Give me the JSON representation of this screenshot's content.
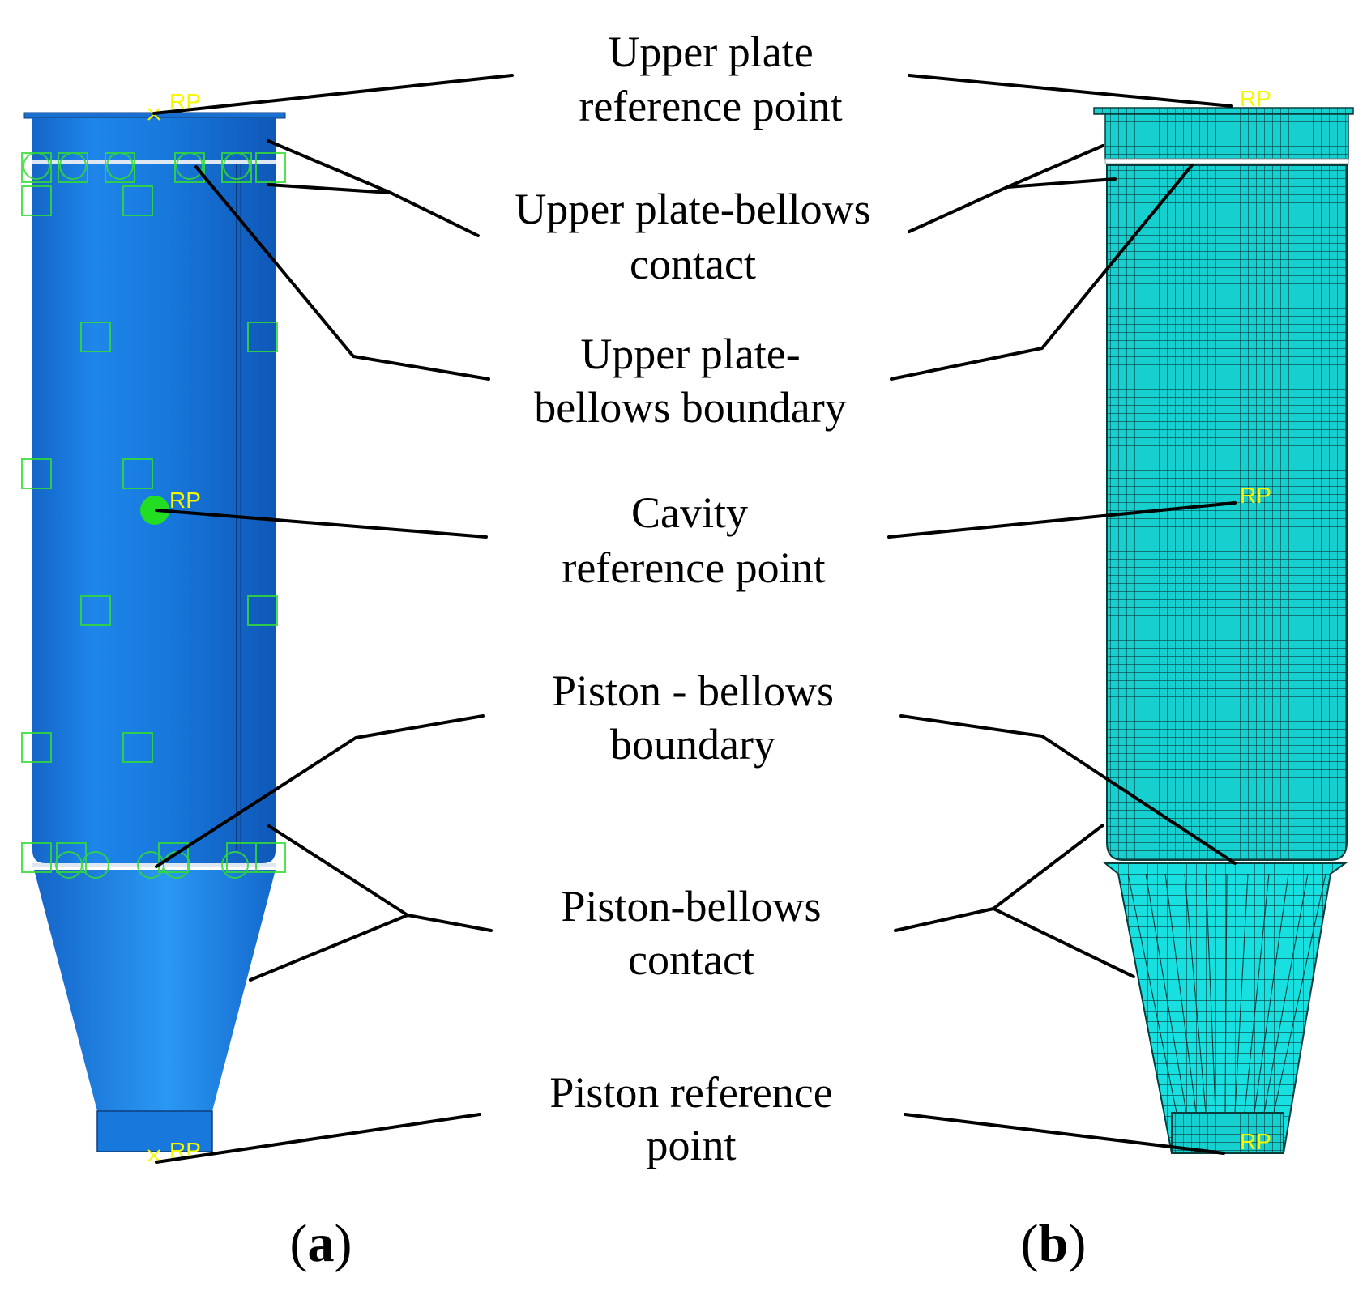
{
  "labels": {
    "upper_plate_rp": [
      "Upper plate",
      "reference point"
    ],
    "upper_contact": [
      "Upper plate-bellows",
      "contact"
    ],
    "upper_boundary": [
      "Upper plate-",
      "bellows boundary"
    ],
    "cavity_rp": [
      "Cavity",
      "reference point"
    ],
    "piston_boundary": [
      "Piston - bellows",
      "boundary"
    ],
    "piston_contact": [
      "Piston-bellows",
      "contact"
    ],
    "piston_rp": [
      "Piston reference",
      "point"
    ]
  },
  "markers": {
    "rp_text": "RP"
  },
  "panels": {
    "a": {
      "open": "(",
      "letter": "a",
      "close": ")"
    },
    "b": {
      "open": "(",
      "letter": "b",
      "close": ")"
    }
  },
  "colors": {
    "model_blue": "#1b7fe0",
    "mesh_cyan": "#16dcdc",
    "mesh_line": "#0b3d3d",
    "rp_yellow": "#f7f700",
    "constraint_green": "#33dd33"
  }
}
